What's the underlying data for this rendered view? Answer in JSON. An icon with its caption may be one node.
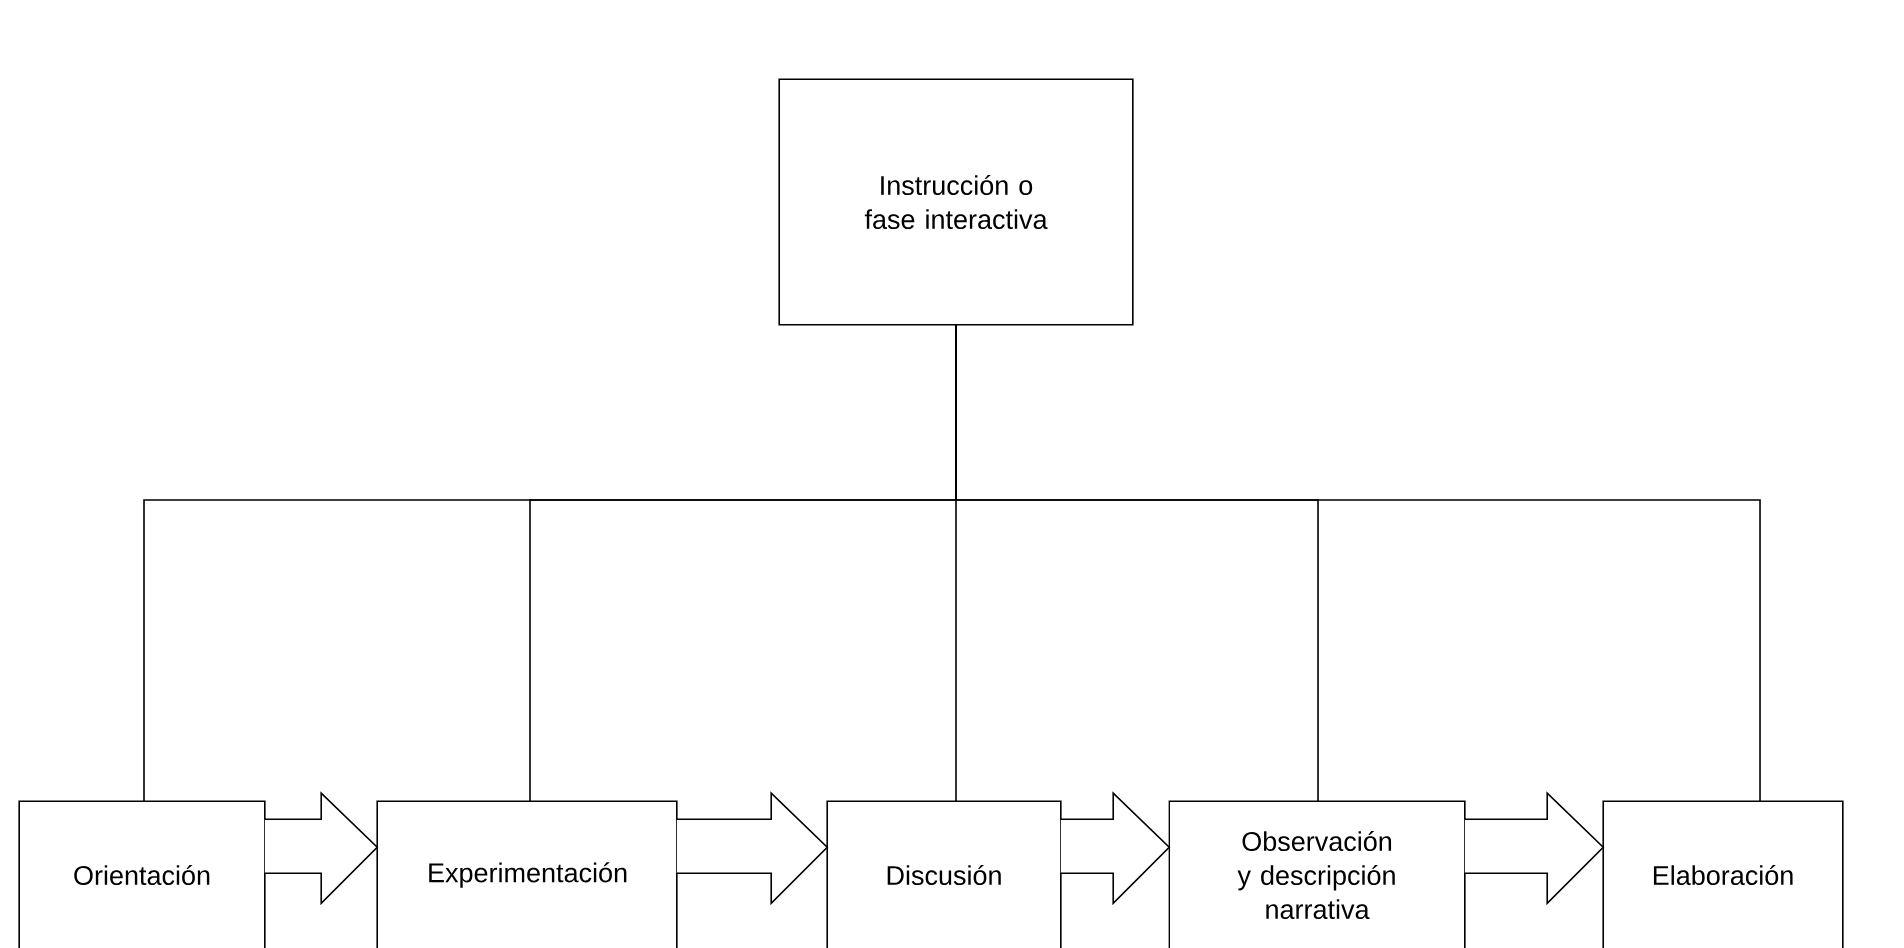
{
  "diagram": {
    "nodes": [
      {
        "text": [
          "Instrucción o fase interactiva"
        ]
      },
      {
        "text": [
          "Orientación"
        ]
      },
      {
        "text": [
          "Experimentación"
        ]
      },
      {
        "text": [
          "Discusión"
        ]
      },
      {
        "text": [
          "Observación y descripción narrativa"
        ]
      },
      {
        "text": [
          "Elaboración"
        ]
      }
    ],
    "edges": [
      {
        "from": 0,
        "to": 1,
        "arrow": "none"
      },
      {
        "from": 0,
        "to": 2,
        "arrow": "none"
      },
      {
        "from": 0,
        "to": 3,
        "arrow": "none"
      },
      {
        "from": 0,
        "to": 4,
        "arrow": "none"
      },
      {
        "from": 0,
        "to": 5,
        "arrow": "none"
      },
      {
        "from": 1,
        "to": 2,
        "arrow": "to"
      },
      {
        "from": 2,
        "to": 3,
        "arrow": "to"
      },
      {
        "from": 3,
        "to": 4,
        "arrow": "to"
      },
      {
        "from": 4,
        "to": 5,
        "arrow": "to"
      }
    ]
  }
}
